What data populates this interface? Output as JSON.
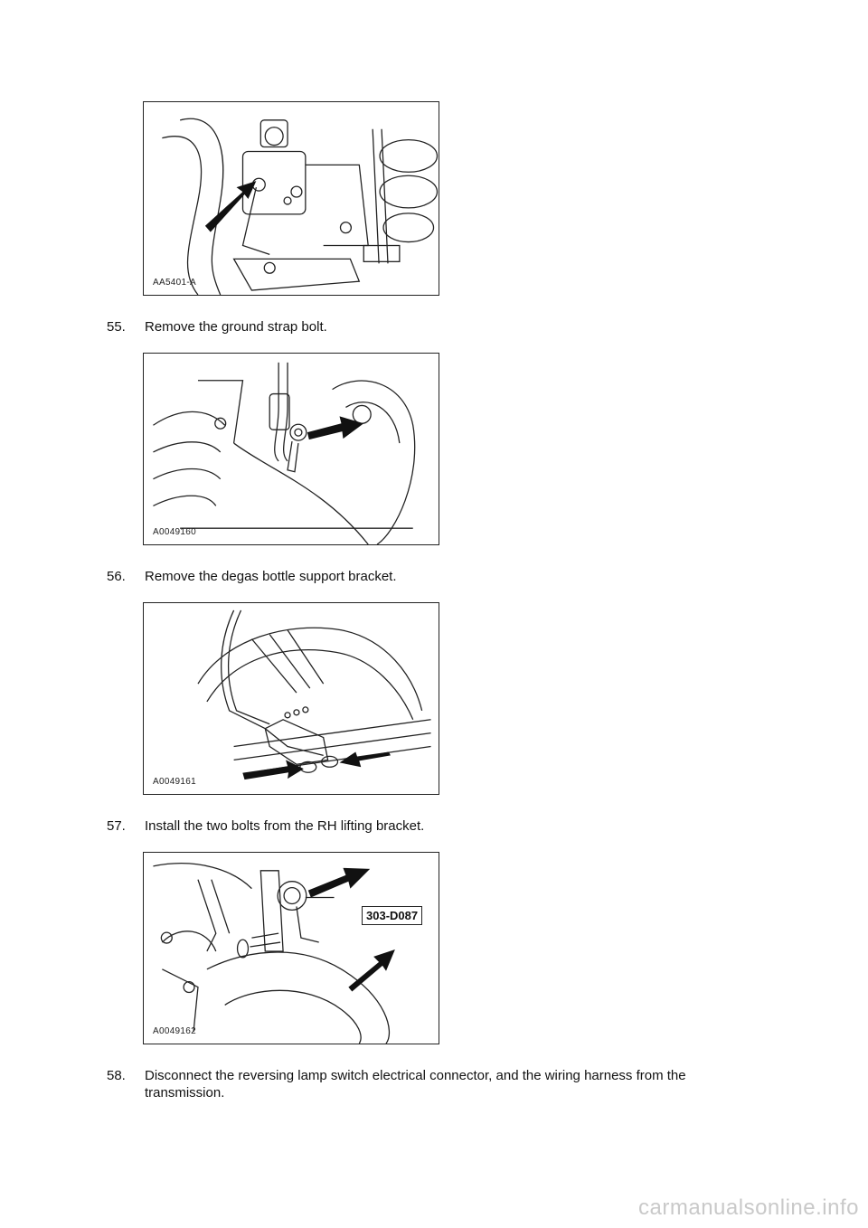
{
  "figures": [
    {
      "code": "AA5401-A"
    },
    {
      "code": "A0049160"
    },
    {
      "code": "A0049161"
    },
    {
      "code": "A0049162",
      "tool_label": "303-D087"
    }
  ],
  "steps": [
    {
      "number": "55.",
      "text": "Remove the ground strap bolt."
    },
    {
      "number": "56.",
      "text": "Remove the degas bottle support bracket."
    },
    {
      "number": "57.",
      "text": "Install the two bolts from the RH lifting bracket."
    },
    {
      "number": "58.",
      "text": "Disconnect the reversing lamp switch electrical connector, and the wiring harness from the transmission."
    }
  ],
  "watermark": "carmanualsonline.info"
}
